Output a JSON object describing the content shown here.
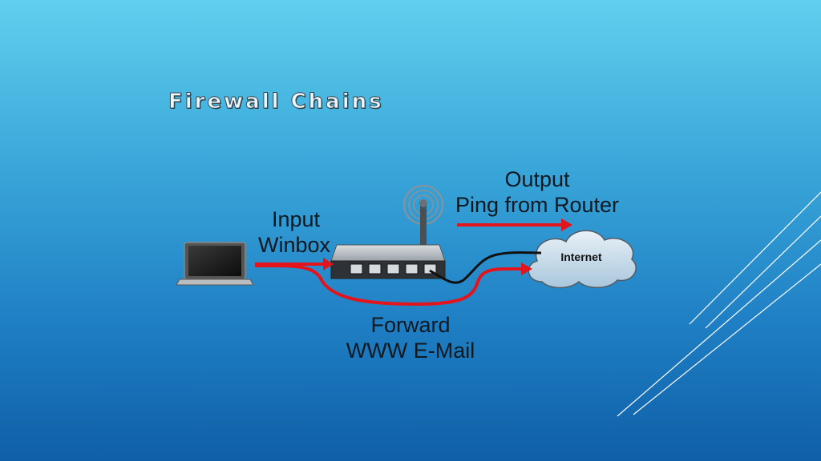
{
  "slide": {
    "title": "Firewall Chains"
  },
  "labels": {
    "input_line1": "Input",
    "input_line2": "Winbox",
    "output_line1": "Output",
    "output_line2": "Ping from Router",
    "forward_line1": "Forward",
    "forward_line2": "WWW E-Mail",
    "internet": "Internet"
  },
  "colors": {
    "arrow": "#e3141b",
    "cable": "#111111",
    "deco_line": "#ffffff"
  },
  "icons": [
    "laptop-icon",
    "router-icon",
    "antenna-icon",
    "internet-cloud-icon"
  ]
}
